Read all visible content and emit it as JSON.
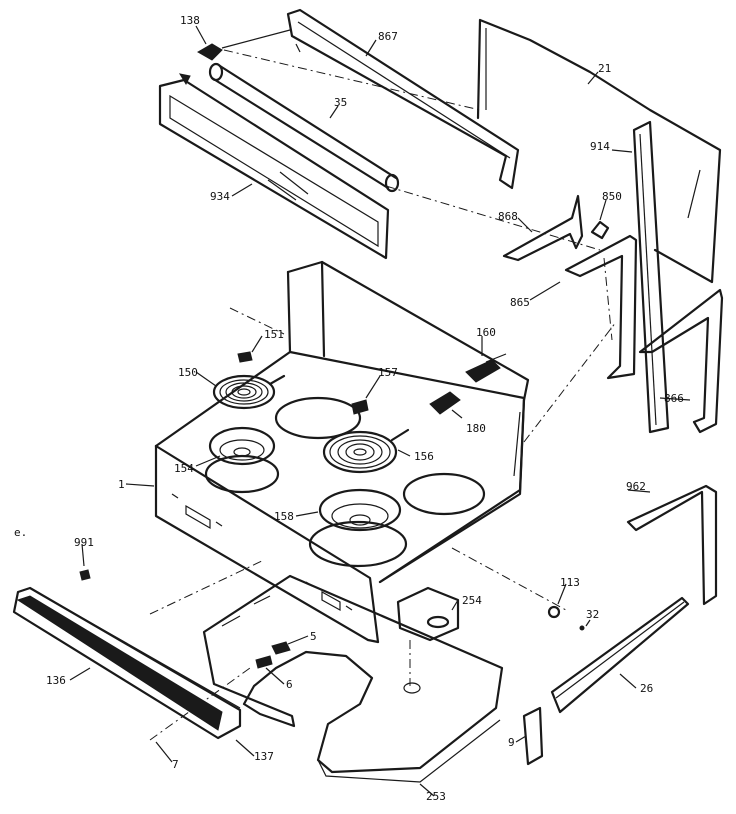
{
  "labels": {
    "p138": "138",
    "p867": "867",
    "p21": "21",
    "p35": "35",
    "p934": "934",
    "p914": "914",
    "p850": "850",
    "p868": "868",
    "p865": "865",
    "p151": "151",
    "p160": "160",
    "p150": "150",
    "p157": "157",
    "p180": "180",
    "p866": "866",
    "p154": "154",
    "p156": "156",
    "p1": "1",
    "p158": "158",
    "p962": "962",
    "p991": "991",
    "p254": "254",
    "p113": "113",
    "p32": "32",
    "p5": "5",
    "p6": "6",
    "p136": "136",
    "p26": "26",
    "p9": "9",
    "p7": "7",
    "p137": "137",
    "p253": "253"
  },
  "corner_mark": "e."
}
